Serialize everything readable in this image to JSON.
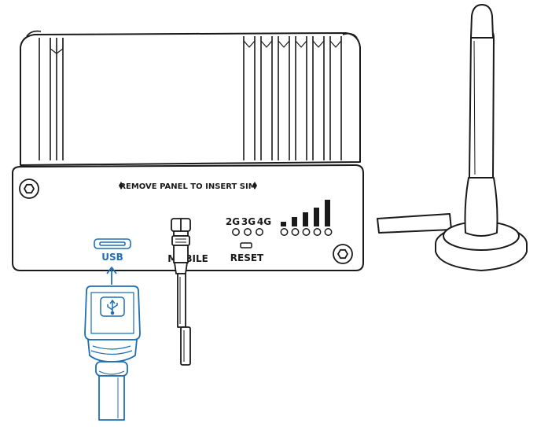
{
  "panel": {
    "instruction": "REMOVE PANEL TO INSERT SIM",
    "network_labels": [
      "2G",
      "3G",
      "4G"
    ],
    "reset_label": "RESET",
    "mobile_label": "MOBILE",
    "usb_label": "USB"
  },
  "signal": {
    "bars": 5
  },
  "colors": {
    "outline": "#1a1a1a",
    "usb_accent": "#1f6fb5",
    "background": "#ffffff"
  },
  "icons": [
    "arrow-up-down-icon",
    "usb-icon",
    "hex-screw-icon"
  ]
}
